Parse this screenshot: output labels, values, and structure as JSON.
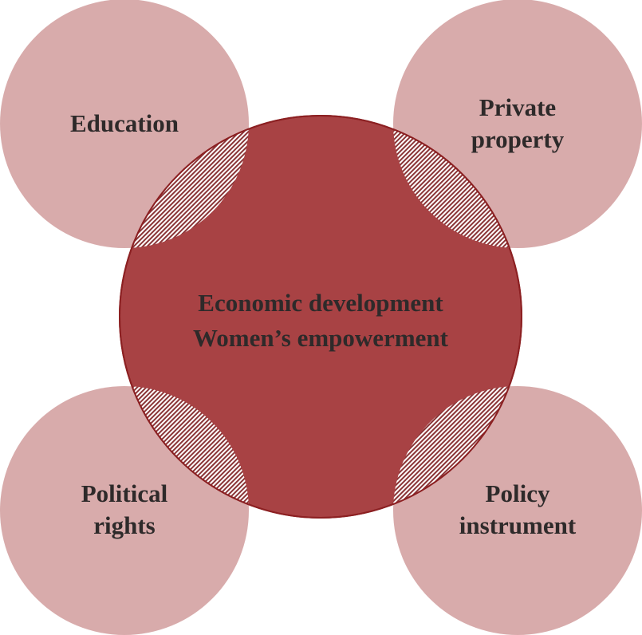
{
  "colors": {
    "outer_fill": "#d8abab",
    "center_fill": "#a84244",
    "center_stroke": "#8c2022",
    "hatch_fill": "#8a3436",
    "text": "#2e2a2a"
  },
  "center": {
    "line1": "Economic development",
    "line2": "Women’s empowerment"
  },
  "nodes": {
    "top_left": {
      "line1": "Education"
    },
    "top_right": {
      "line1": "Private",
      "line2": "property"
    },
    "bottom_left": {
      "line1": "Political",
      "line2": "rights"
    },
    "bottom_right": {
      "line1": "Policy",
      "line2": "instrument"
    }
  }
}
